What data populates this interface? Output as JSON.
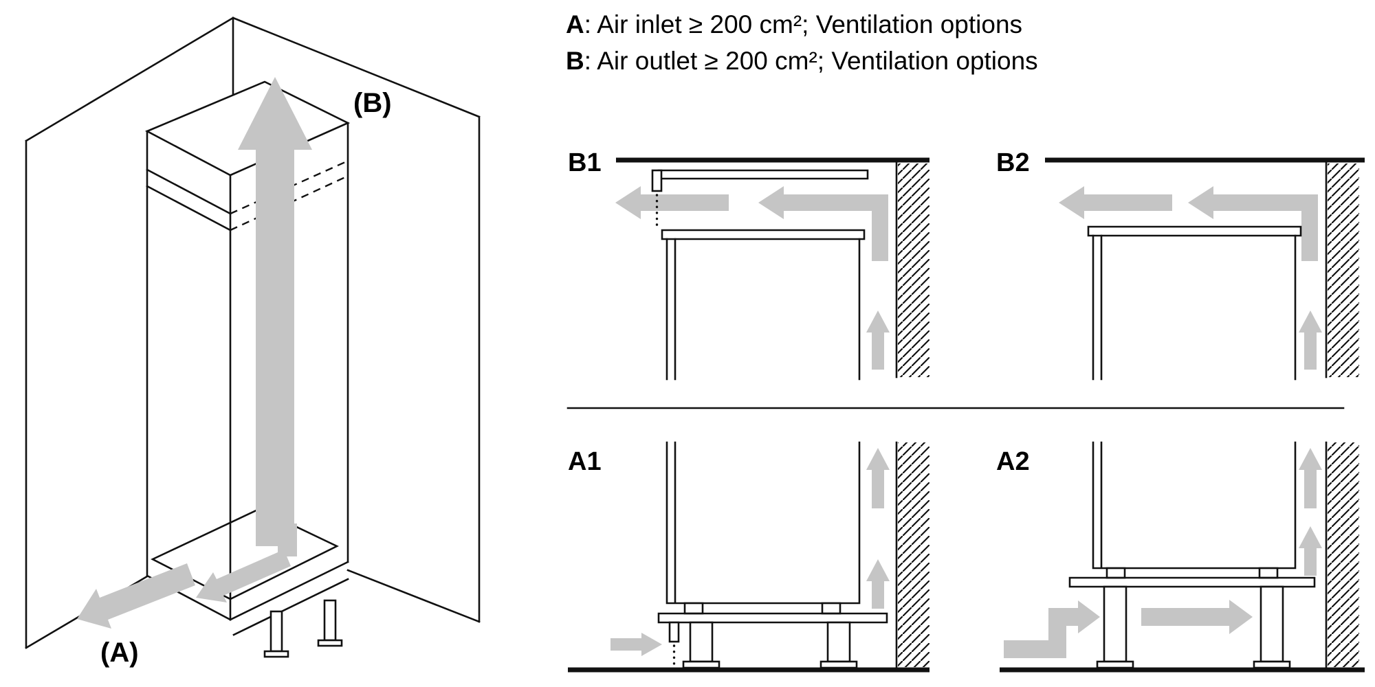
{
  "figure": {
    "legend": {
      "a_key": "A",
      "a_text": ": Air inlet ≥ 200 cm²; Ventilation options",
      "b_key": "B",
      "b_text": ": Air outlet ≥ 200 cm²; Ventilation options"
    },
    "overview": {
      "outlet_label": "(B)",
      "inlet_label": "(A)"
    },
    "panels": {
      "b1": "B1",
      "b2": "B2",
      "a1": "A1",
      "a2": "A2"
    },
    "colors": {
      "line": "#111111",
      "arrow_fill": "#c5c5c5",
      "background": "#ffffff"
    }
  }
}
